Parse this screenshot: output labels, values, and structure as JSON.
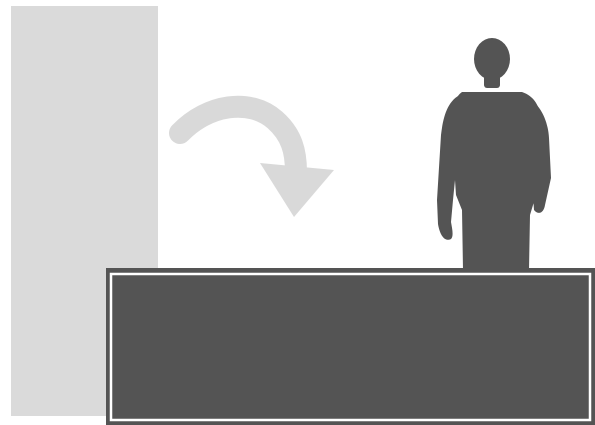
{
  "illustration": {
    "items": [
      {
        "name": "upright-panel",
        "orientation": "vertical",
        "color": "#dadada"
      },
      {
        "name": "rotate-arrow",
        "direction": "clockwise",
        "color": "#d9d9d9"
      },
      {
        "name": "person",
        "color": "#545454"
      },
      {
        "name": "horizontal-panel",
        "orientation": "horizontal",
        "color": "#545454",
        "border_color": "#545454",
        "inner_outline_color": "#ffffff"
      }
    ]
  }
}
